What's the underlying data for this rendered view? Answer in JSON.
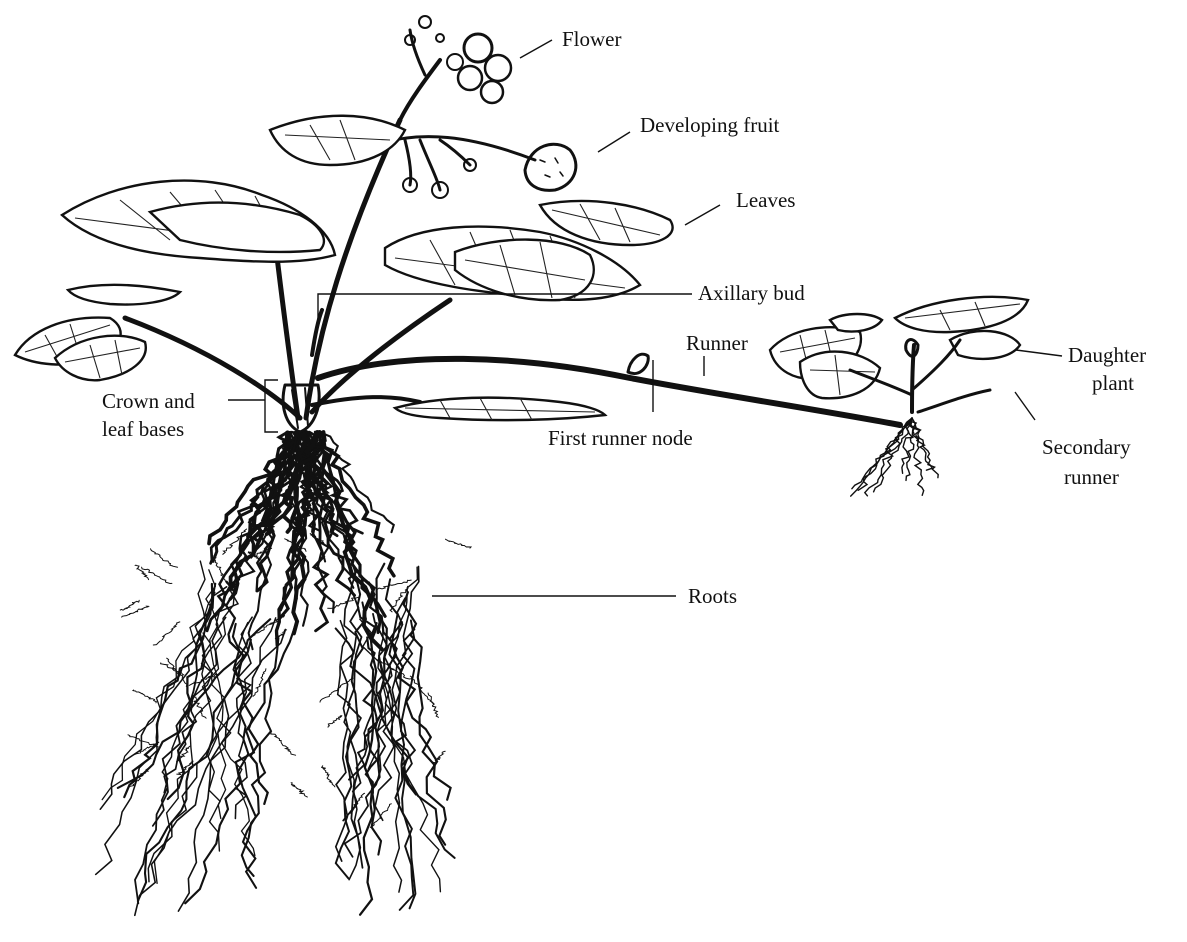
{
  "diagram": {
    "labels": {
      "flower": "Flower",
      "developing_fruit": "Developing fruit",
      "leaves": "Leaves",
      "axillary_bud": "Axillary bud",
      "runner": "Runner",
      "daughter_plant_line1": "Daughter",
      "daughter_plant_line2": "plant",
      "crown_line1": "Crown and",
      "crown_line2": "leaf bases",
      "first_runner_node": "First runner node",
      "secondary_runner_line1": "Secondary",
      "secondary_runner_line2": "runner",
      "roots": "Roots"
    },
    "ink_color": "#111111",
    "background_color": "#ffffff"
  }
}
